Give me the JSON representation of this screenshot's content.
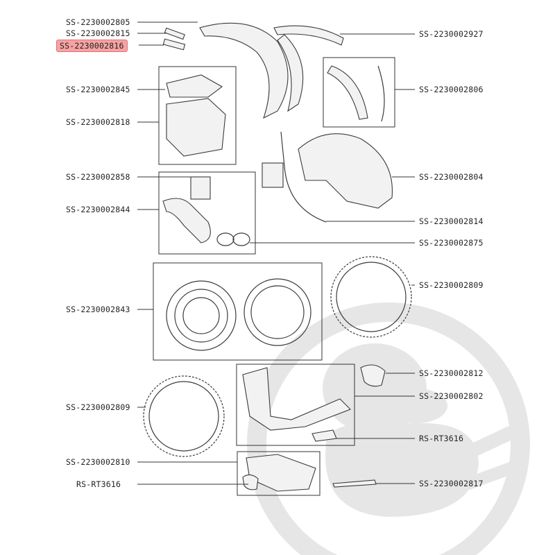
{
  "labels": {
    "l2805": "SS-2230002805",
    "l2815": "SS-2230002815",
    "l2816": "SS-2230002816",
    "l2927": "SS-2230002927",
    "l2845": "SS-2230002845",
    "l2806": "SS-2230002806",
    "l2818": "SS-2230002818",
    "l2858": "SS-2230002858",
    "l2804": "SS-2230002804",
    "l2844": "SS-2230002844",
    "l2814": "SS-2230002814",
    "l2875": "SS-2230002875",
    "l2809a": "SS-2230002809",
    "l2843": "SS-2230002843",
    "l2812": "SS-2230002812",
    "l2802": "SS-2230002802",
    "l2809b": "SS-2230002809",
    "lrt1": "RS-RT3616",
    "l2810": "SS-2230002810",
    "lrt2": "RS-RT3616",
    "l2817": "SS-2230002817"
  },
  "colors": {
    "highlight": "#f5a3a3",
    "watermark": "#e6e6e6",
    "line": "#333333"
  },
  "watermark_icon": "duck-robot-repair-icon"
}
